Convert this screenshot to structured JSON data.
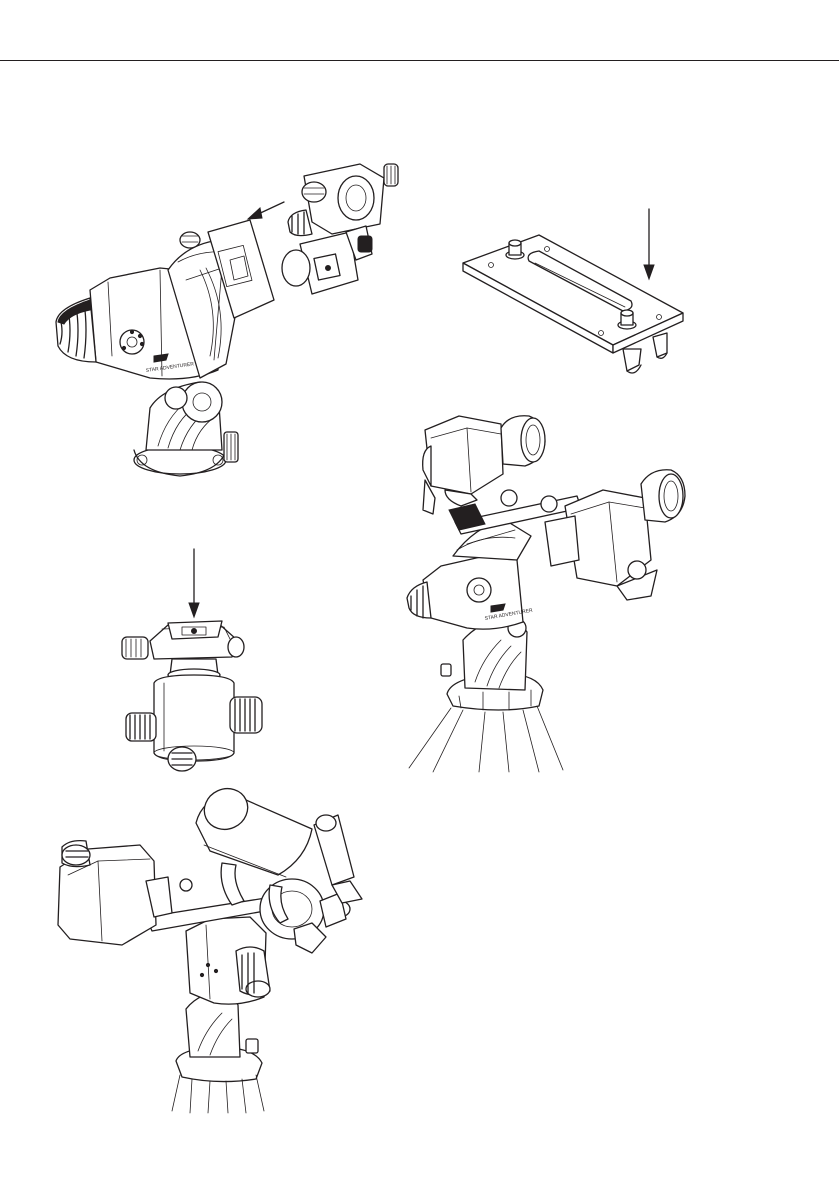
{
  "colors": {
    "ink": "#231f20",
    "paper": "#ffffff"
  },
  "figures": [
    {
      "id": "mount-head-attach",
      "icons": [
        "equatorial-mount-head-icon",
        "counterweight-holder-icon",
        "arrow-icon"
      ]
    },
    {
      "id": "dovetail-plate",
      "icons": [
        "dovetail-plate-icon",
        "arrow-icon"
      ]
    },
    {
      "id": "dual-camera-setup",
      "icons": [
        "dual-camera-mount-icon",
        "tripod-icon"
      ]
    },
    {
      "id": "ball-head-clamp",
      "icons": [
        "ball-head-icon",
        "arrow-icon"
      ]
    },
    {
      "id": "telescope-setup",
      "icons": [
        "telescope-mount-icon",
        "tripod-icon"
      ]
    }
  ]
}
